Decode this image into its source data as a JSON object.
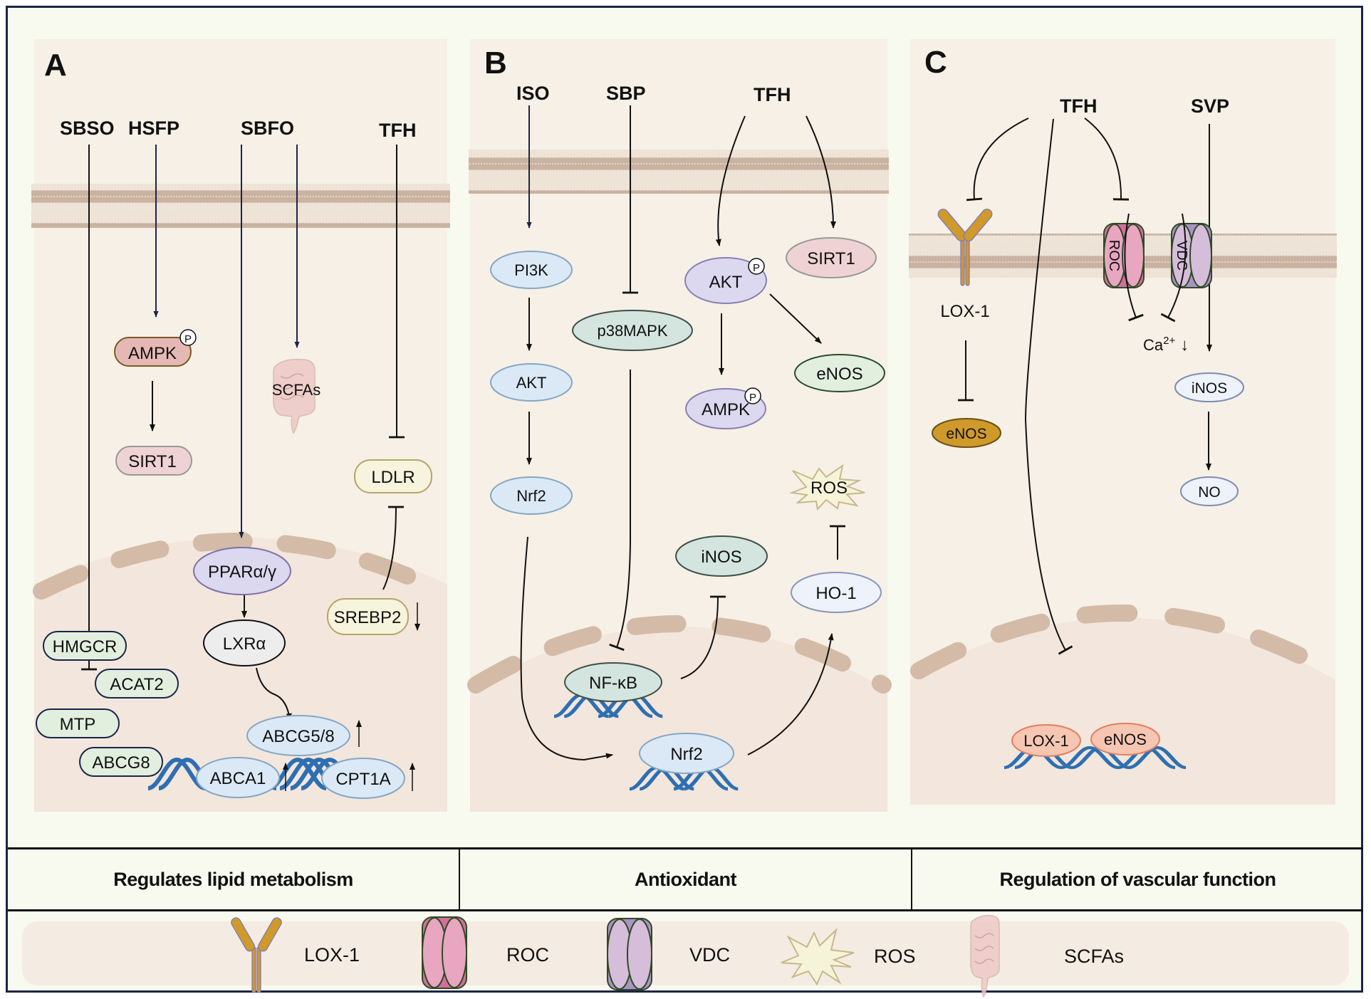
{
  "panels": {
    "A": {
      "letter": "A",
      "inputs": [
        "SBSO",
        "HSFP",
        "SBFO",
        "TFH"
      ],
      "nodes": {
        "ampk": "AMPK",
        "sirt1": "SIRT1",
        "scfas": "SCFAs",
        "ldlr": "LDLR",
        "ppar": "PPARα/γ",
        "lxr": "LXRα",
        "srebp2": "SREBP2",
        "hmgcr": "HMGCR",
        "acat2": "ACAT2",
        "mtp": "MTP",
        "abcg8": "ABCG8",
        "abcg58": "ABCG5/8",
        "abca1": "ABCA1",
        "cpt1a": "CPT1A"
      },
      "phospho": "P",
      "down_arrow": "↓"
    },
    "B": {
      "letter": "B",
      "inputs": [
        "ISO",
        "SBP",
        "TFH"
      ],
      "nodes": {
        "pi3k": "PI3K",
        "akt1": "AKT",
        "nrf2a": "Nrf2",
        "p38": "p38MAPK",
        "aktp": "AKT",
        "sirt1": "SIRT1",
        "enos": "eNOS",
        "ampk": "AMPK",
        "ros": "ROS",
        "inos": "iNOS",
        "ho1": "HO-1",
        "nfkb": "NF-κB",
        "nrf2b": "Nrf2"
      },
      "phospho": "P"
    },
    "C": {
      "letter": "C",
      "inputs": [
        "TFH",
        "SVP"
      ],
      "nodes": {
        "lox1": "LOX-1",
        "roc": "ROC",
        "vdc": "VDC",
        "ca": "Ca",
        "ca_sup": "2+",
        "ca_arrow": "↓",
        "enos": "eNOS",
        "inos": "iNOS",
        "no": "NO",
        "lox1_dna": "LOX-1",
        "enos_dna": "eNOS"
      }
    }
  },
  "categories": [
    "Regulates lipid metabolism",
    "Antioxidant",
    "Regulation of vascular function"
  ],
  "legend": [
    {
      "icon": "lox1-receptor-icon",
      "label": "LOX-1"
    },
    {
      "icon": "roc-channel-icon",
      "label": "ROC"
    },
    {
      "icon": "vdc-channel-icon",
      "label": "VDC"
    },
    {
      "icon": "ros-burst-icon",
      "label": "ROS"
    },
    {
      "icon": "intestine-icon",
      "label": "SCFAs"
    }
  ],
  "colors": {
    "frame_border": "#1b2547",
    "page_bg": "#f8f9ef",
    "cell_bg": "#f6f0e6",
    "nucleus_bg": "#f3e6dc",
    "membrane": "#c9b3a0",
    "dna": "#2d6fb2",
    "arrow_navy": "#1b2547"
  }
}
